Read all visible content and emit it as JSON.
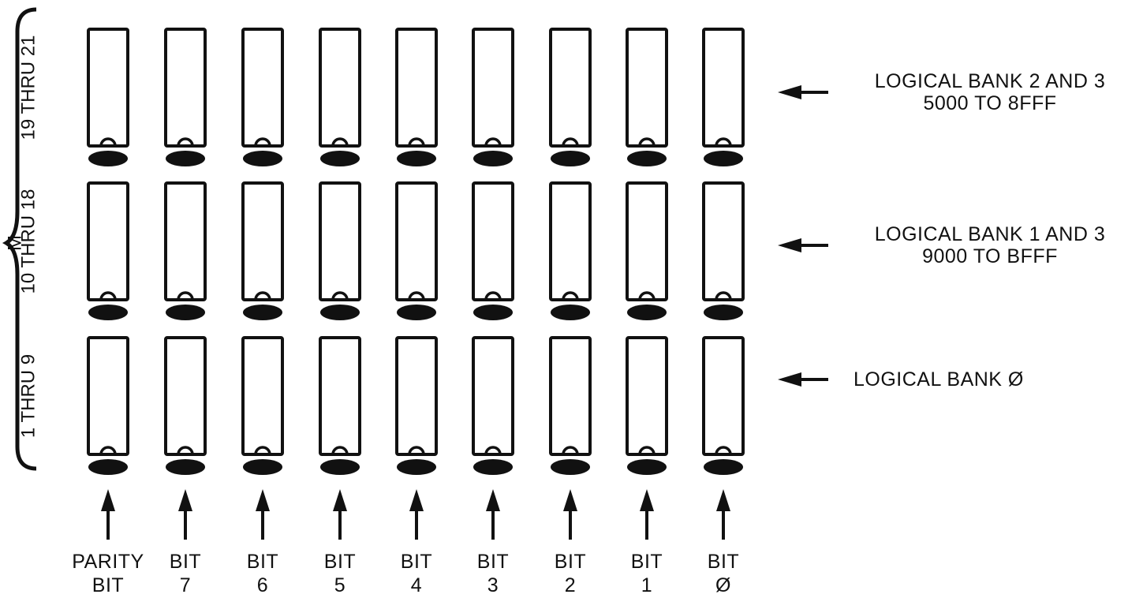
{
  "bracket_label": "M",
  "rows": [
    {
      "position_label": "19 THRU 21",
      "bank_lines": [
        "LOGICAL BANK 2 AND 3",
        "5000 TO 8FFF"
      ]
    },
    {
      "position_label": "10 THRU 18",
      "bank_lines": [
        "LOGICAL BANK 1 AND 3",
        "9000 TO BFFF"
      ]
    },
    {
      "position_label": "1 THRU 9",
      "bank_lines": [
        "LOGICAL BANK Ø"
      ]
    }
  ],
  "columns": [
    {
      "line1": "PARITY",
      "line2": "BIT"
    },
    {
      "line1": "BIT",
      "line2": "7"
    },
    {
      "line1": "BIT",
      "line2": "6"
    },
    {
      "line1": "BIT",
      "line2": "5"
    },
    {
      "line1": "BIT",
      "line2": "4"
    },
    {
      "line1": "BIT",
      "line2": "3"
    },
    {
      "line1": "BIT",
      "line2": "2"
    },
    {
      "line1": "BIT",
      "line2": "1"
    },
    {
      "line1": "BIT",
      "line2": "Ø"
    }
  ]
}
